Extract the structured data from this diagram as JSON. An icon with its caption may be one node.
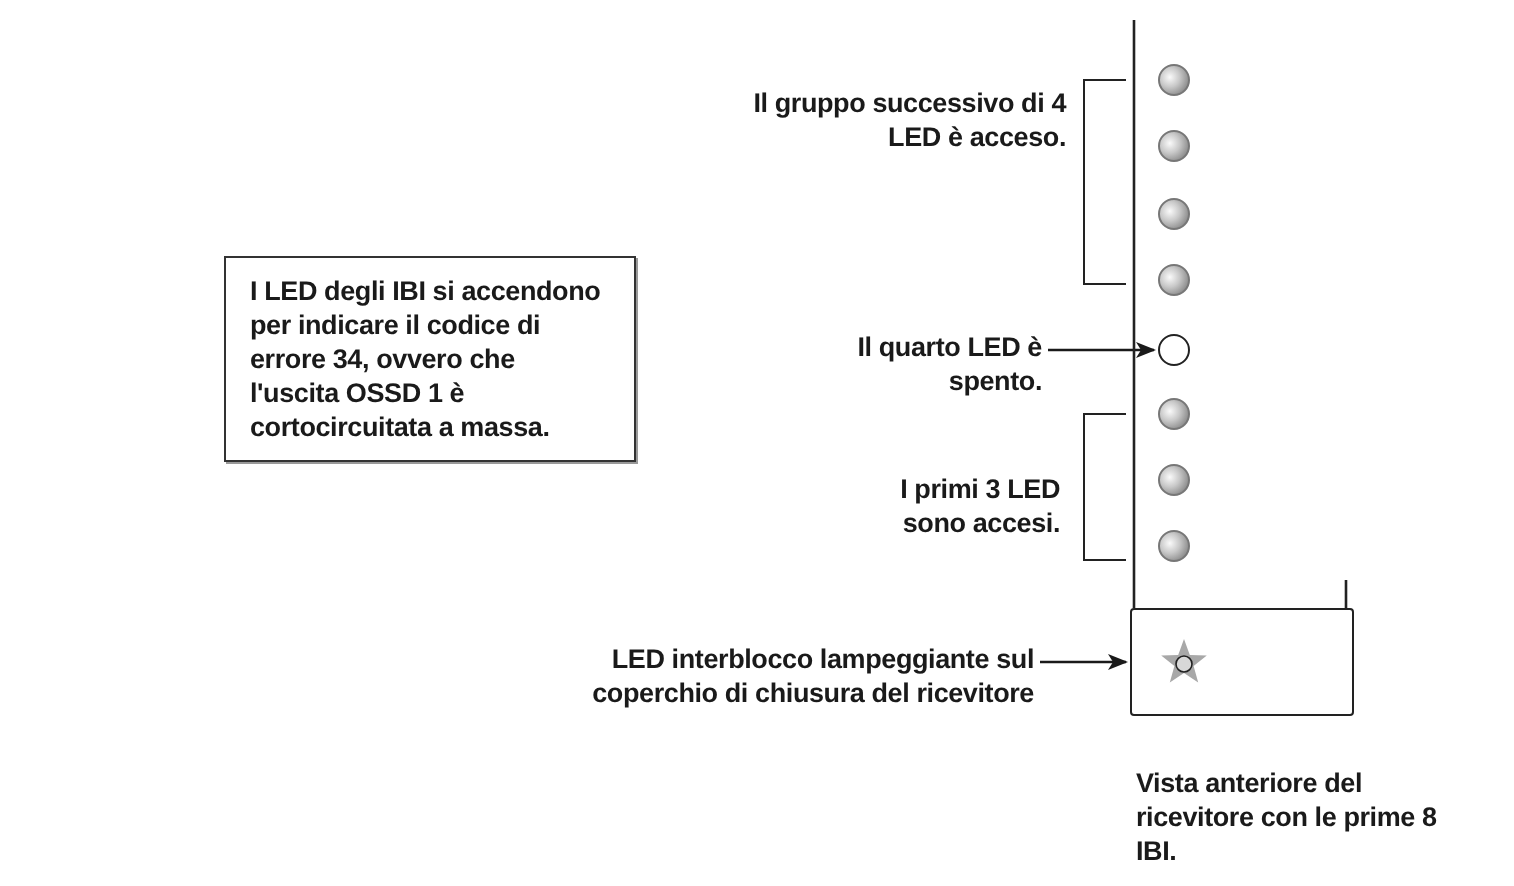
{
  "diagram": {
    "nodes": [
      {
        "text": [
          "I LED degli IBI si accendono per indicare il codice di errore 34, ovvero che l'uscita OSSD 1 è cortocircuitata a massa."
        ]
      },
      {
        "text": [],
        "shape": "box"
      },
      {
        "text": [],
        "shape": "circle",
        "in": 1
      },
      {
        "text": [],
        "shape": "circle",
        "in": 1
      },
      {
        "text": [],
        "shape": "circle",
        "in": 1
      },
      {
        "text": [],
        "shape": "circle",
        "in": 1
      },
      {
        "text": [],
        "shape": "circle",
        "in": 1
      },
      {
        "text": [],
        "shape": "circle",
        "in": 1
      },
      {
        "text": [],
        "shape": "circle",
        "in": 1
      },
      {
        "text": [],
        "shape": "circle",
        "in": 1
      },
      {
        "text": [],
        "shape": "box"
      },
      {
        "text": [
          "Il quarto LED è spento."
        ]
      },
      {
        "text": [
          "LED interblocco lampeggiante sul coperchio di chiusura del ricevitore"
        ]
      }
    ],
    "edges": [
      {
        "from": 11,
        "to": 6,
        "arrow": "to"
      },
      {
        "from": 12,
        "to": 10,
        "arrow": "to"
      }
    ],
    "labels": [
      "Il gruppo successivo di 4 LED è acceso.",
      "I primi 3 LED sono accesi.",
      "Vista anteriore del ricevitore con le prime 8 IBI."
    ]
  }
}
